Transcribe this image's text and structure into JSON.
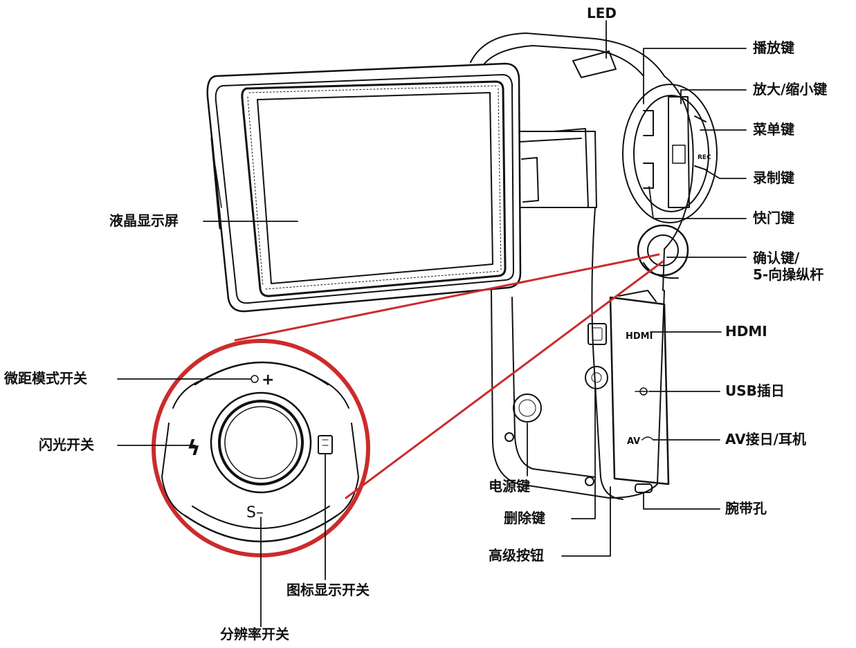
{
  "colors": {
    "line": "#111111",
    "accent": "#cc2b2b",
    "paper": "#ffffff"
  },
  "labels": {
    "led": "LED",
    "play": "播放键",
    "zoom": "放大/缩小键",
    "menu": "菜单键",
    "record": "录制键",
    "shutter": "快门键",
    "ok_line1": "确认键/",
    "ok_line2": "5-向操纵杆",
    "hdmi": "HDMI",
    "usb": "USB插日",
    "av": "AV接日/耳机",
    "strap": "腕带孔",
    "lcd": "液晶显示屏",
    "macro": "微距模式开关",
    "flash": "闪光开关",
    "power": "电源键",
    "delete": "删除键",
    "advanced": "高级按钮",
    "icon_display": "图标显示开关",
    "resolution": "分辨率开关"
  },
  "device_marks": {
    "hdmi_port": "HDMI",
    "av_port": "AV",
    "rec": "REC",
    "macro_mark": "+",
    "res_mark": "S–",
    "flash_mark": "ϟ"
  }
}
